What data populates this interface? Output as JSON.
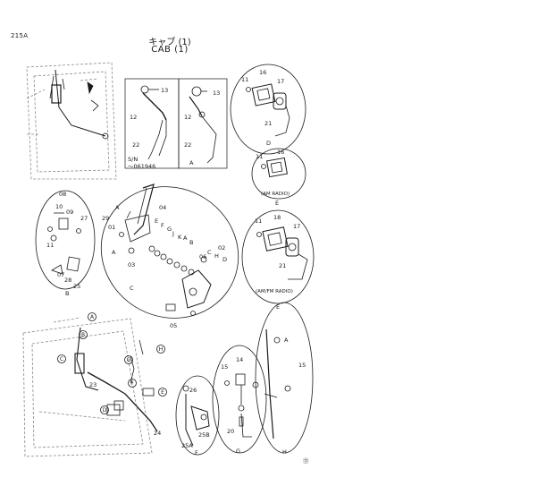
{
  "header": {
    "page_code": "215A",
    "title_jp": "キャブ (1)",
    "title_en": "CAB (1)"
  },
  "labels": {
    "p13a": "13",
    "p13b": "13",
    "p12a": "12",
    "p12b": "12",
    "p22a": "22",
    "p22b": "22",
    "sn1": "S/N",
    "sn2": "～061946",
    "detA_top": "A",
    "d1_11": "11",
    "d1_16": "16",
    "d1_17": "17",
    "d1_21": "21",
    "d1_D": "D",
    "d2_11": "11",
    "d2_16": "16",
    "d2_am": "(AM RADIO)",
    "d2_E": "E",
    "d3_11": "11",
    "d3_18": "18",
    "d3_17": "17",
    "d3_21": "21",
    "d3_amfm": "(AM/FM RADIO)",
    "d3_E": "E",
    "b_08": "08",
    "b_10": "10",
    "b_09": "09",
    "b_27": "27",
    "b_11": "11",
    "b_07": "07",
    "b_28": "28",
    "b_25": "25",
    "b_B": "B",
    "c_04": "04",
    "c_29": "29",
    "c_A1": "A",
    "c_01": "01",
    "c_A2": "A",
    "c_03": "03",
    "c_E": "E",
    "c_F": "F",
    "c_G": "G",
    "c_J": "J",
    "c_K": "K",
    "c_A3": "A",
    "c_B": "B",
    "c_C": "C",
    "c_H": "H",
    "c_D": "D",
    "c_02": "02",
    "c_06": "06",
    "c_05": "05",
    "c_Cbot": "C",
    "m_A": "A",
    "m_B": "B",
    "m_C": "C",
    "m_G": "G",
    "m_H": "H",
    "m_F": "F",
    "m_E": "E",
    "m_D": "D",
    "m_23": "23",
    "m_24": "24",
    "f_26": "26",
    "f_25B": "25B",
    "f_25A": "25A",
    "f_F": "F",
    "g_14": "14",
    "g_15": "15",
    "g_20": "20",
    "g_G": "G",
    "h_A": "A",
    "h_15": "15",
    "h_H": "H",
    "corner": "⑪"
  },
  "colors": {
    "ink": "#1a1a1a",
    "paper": "#ffffff",
    "shade": "#555555"
  }
}
